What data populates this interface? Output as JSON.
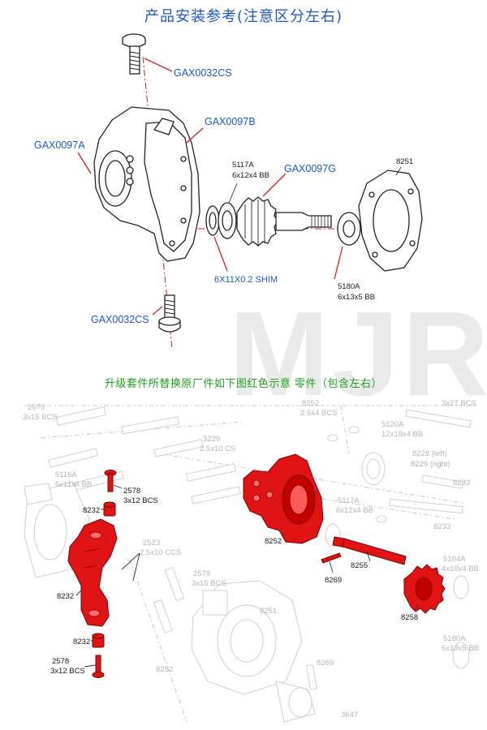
{
  "title_top": "产品安装参考(注意区分左右)",
  "title_mid": "升级套件所替换原厂件如下图红色示意 零件（包含左右）",
  "watermark": "MJR",
  "top_labels": {
    "screw_top": "GAX0032CS",
    "housing_b": "GAX0097B",
    "housing_a": "GAX0097A",
    "bearing_5117a": "5117A",
    "bearing_5117a_size": "6x12x4 BB",
    "gear": "GAX0097G",
    "cover": "8251",
    "shim": "6X11X0.2 SHIM",
    "bearing_5180a": "5180A",
    "bearing_5180a_size": "6x13x5 BB",
    "screw_bottom": "GAX0032CS"
  },
  "bottom_labels": {
    "b2579a": "2579",
    "b2579a_size": "3x15 BCS",
    "b5116a": "5116A",
    "b5116a_size": "5x11x4 BB",
    "b8252_top": "8252",
    "b8252_top_size": "2.5x4 BCS",
    "b2579b_size": "3x27 BCS",
    "b3229": "3229",
    "b3229_size": "2.5x10 CS",
    "b5120a": "5120A",
    "b5120a_size": "12x18x4 BB",
    "b8228": "8228 (left)",
    "b8229": "8229 (right)",
    "b2578_top": "2578",
    "b2578_top_size": "3x12 BCS",
    "b8232_upper": "8232",
    "b8233_a": "8233",
    "b8233_b": "8233",
    "b5117a": "5117A",
    "b5117a_size": "6x12x4 BB",
    "b8252_red": "8252",
    "b2523": "2523",
    "b2523_size": "2.5x10 CCS",
    "b8232_arm": "8232",
    "b2579c": "2579",
    "b2579c_size": "3x15 BCS",
    "b8255": "8255",
    "b8269_a": "8269",
    "b5104a": "5104A",
    "b5104a_size": "4x10x4 BB",
    "b8251": "8251",
    "b8258": "8258",
    "b8232_lower": "8232",
    "b5180a": "5180A",
    "b5180a_size": "6x13x5 BB",
    "b2578_bottom": "2578",
    "b2578_bottom_size": "3x12 BCS",
    "b8252_bottom": "8252",
    "b8269_b": "8269",
    "b3647": "3647"
  }
}
